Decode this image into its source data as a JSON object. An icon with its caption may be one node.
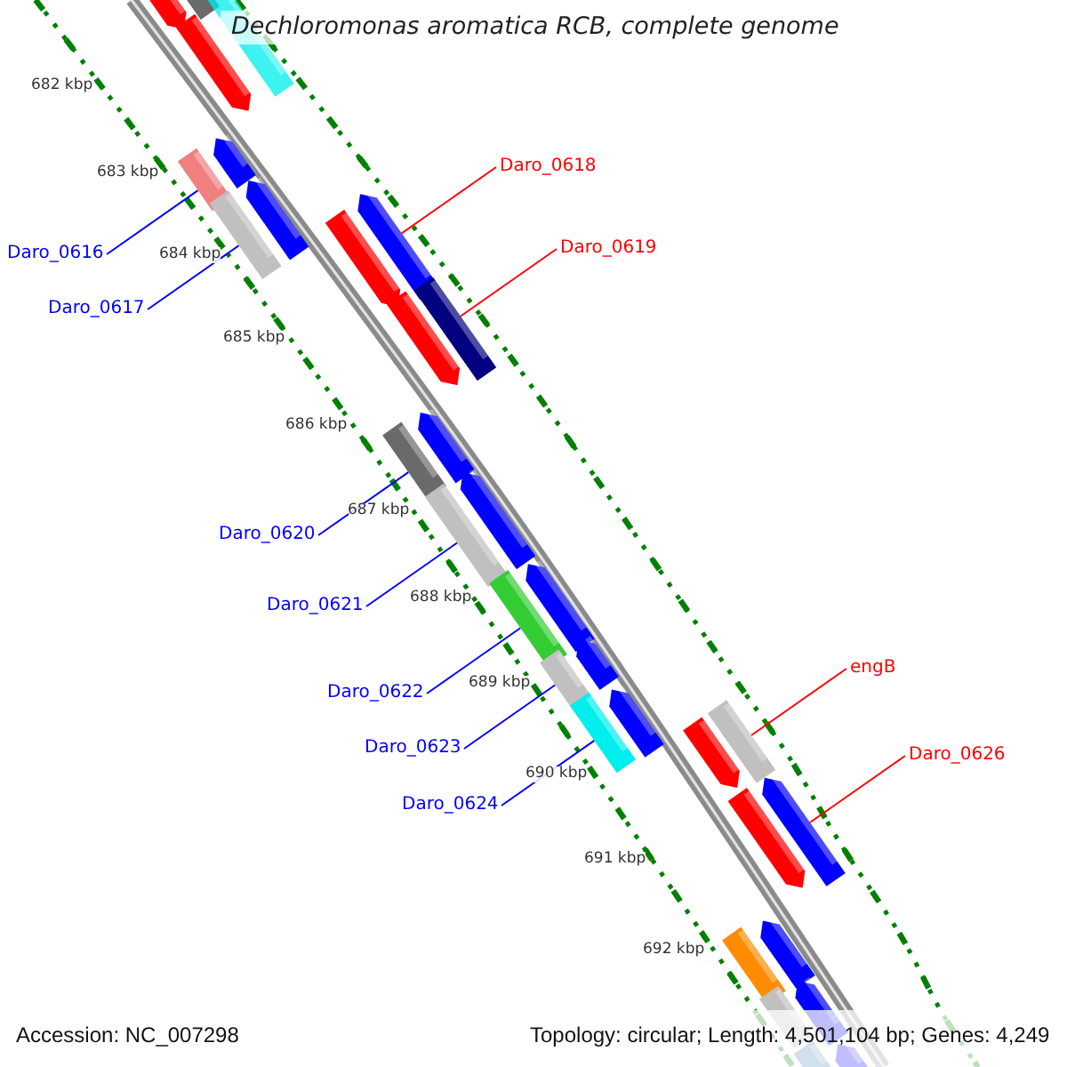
{
  "diagram": {
    "title": "Dechloromonas aromatica RCB, complete genome",
    "nodes": [
      {
        "text": [
          "Daro_0618"
        ]
      },
      {
        "text": [
          "Daro_0619"
        ]
      },
      {
        "text": [
          "Daro_0616"
        ]
      },
      {
        "text": [
          "Daro_0617"
        ]
      },
      {
        "text": [
          "Daro_0620"
        ]
      },
      {
        "text": [
          "Daro_0621"
        ]
      },
      {
        "text": [
          "Daro_0622"
        ]
      },
      {
        "text": [
          "Daro_0623"
        ]
      },
      {
        "text": [
          "Daro_0624"
        ]
      },
      {
        "text": [
          "engB"
        ]
      },
      {
        "text": [
          "Daro_0626"
        ]
      },
      {
        "text": [],
        "shape": "bar"
      },
      {
        "text": [],
        "shape": "bar"
      },
      {
        "text": [],
        "shape": "bar"
      },
      {
        "text": [],
        "shape": "bar"
      },
      {
        "text": [],
        "shape": "bar"
      },
      {
        "text": [],
        "shape": "bar"
      },
      {
        "text": [],
        "shape": "bar"
      },
      {
        "text": [],
        "shape": "bar"
      },
      {
        "text": [],
        "shape": "bar"
      },
      {
        "text": [],
        "shape": "bar"
      },
      {
        "text": [],
        "shape": "bar"
      },
      {
        "text": [],
        "shape": "bar"
      },
      {
        "text": [],
        "shape": "bar"
      },
      {
        "text": [],
        "shape": "bar"
      },
      {
        "text": [],
        "shape": "bar"
      },
      {
        "text": [],
        "shape": "bar"
      },
      {
        "text": [],
        "shape": "bar"
      },
      {
        "text": [],
        "shape": "bar"
      },
      {
        "text": [],
        "shape": "bar"
      },
      {
        "text": [],
        "shape": "bar"
      },
      {
        "text": [],
        "shape": "bar"
      },
      {
        "text": [],
        "shape": "bar"
      },
      {
        "text": [],
        "shape": "bar"
      },
      {
        "text": [],
        "shape": "bar"
      },
      {
        "text": [],
        "shape": "bar"
      },
      {
        "text": [],
        "shape": "bar"
      },
      {
        "text": [],
        "shape": "bar"
      },
      {
        "text": [],
        "shape": "bar"
      },
      {
        "text": [],
        "shape": "bar"
      },
      {
        "text": [],
        "shape": "bar"
      },
      {
        "text": [],
        "shape": "bar"
      },
      {
        "text": [],
        "shape": "bar"
      }
    ],
    "edges": [
      {
        "from": 0,
        "to": 19,
        "arrow": "none",
        "color": "#ff0000"
      },
      {
        "from": 1,
        "to": 21,
        "arrow": "none",
        "color": "#ff0000"
      },
      {
        "from": 2,
        "to": 16,
        "arrow": "none"
      },
      {
        "from": 3,
        "to": 18,
        "arrow": "none"
      },
      {
        "from": 4,
        "to": 24,
        "arrow": "none"
      },
      {
        "from": 5,
        "to": 26,
        "arrow": "none"
      },
      {
        "from": 6,
        "to": 28,
        "arrow": "none"
      },
      {
        "from": 7,
        "to": 30,
        "arrow": "none"
      },
      {
        "from": 8,
        "to": 32,
        "arrow": "none"
      },
      {
        "from": 9,
        "to": 33,
        "arrow": "none",
        "color": "#ff0000"
      },
      {
        "from": 10,
        "to": 35,
        "arrow": "none",
        "color": "#ff0000"
      }
    ],
    "labels": [
      "682 kbp",
      "683 kbp",
      "684 kbp",
      "685 kbp",
      "686 kbp",
      "687 kbp",
      "688 kbp",
      "689 kbp",
      "690 kbp",
      "691 kbp",
      "692 kbp",
      "Accession: NC_007298",
      "Topology: circular; Length: 4,501,104 bp; Genes: 4,249"
    ]
  }
}
